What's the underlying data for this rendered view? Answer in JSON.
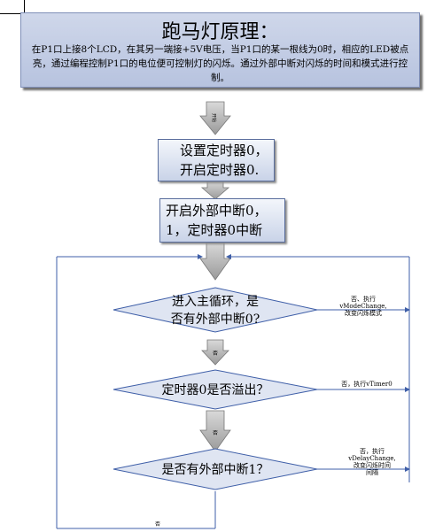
{
  "banner": {
    "title": "跑马灯原理：",
    "body": "在P1口上接8个LCD，在其另一端接+5V电压，当P1口的某一根线为0时，相应的LED被点亮，通过编程控制P1口的电位便可控制灯的闪烁。通过外部中断对闪烁的时间和模式进行控制。"
  },
  "flow": {
    "start_arrow_label": "开始",
    "box1": {
      "line1": "设置定时器0，",
      "line2": "开启定时器0."
    },
    "box2": {
      "line1": "开启外部中断0，",
      "line2": "1，定时器0中断"
    },
    "decision1": {
      "line1": "进入主循环，是",
      "line2": "否有外部中断0?"
    },
    "decision2": {
      "text": "定时器0是否溢出？"
    },
    "decision3": {
      "text": "是否有外部中断1？"
    },
    "arrow_labels": {
      "d1_no": "否",
      "d2_no": "否",
      "bottom_no": "否"
    },
    "notes": {
      "d1_yes": [
        "否、执行",
        "vModeChange,",
        "改变闪烁模式"
      ],
      "d2_yes": [
        "否，执行vTimer0"
      ],
      "d3_yes": [
        "否，执行",
        "vDelayChange,",
        "改变闪烁时间",
        "间隔"
      ]
    }
  },
  "colors": {
    "box_fill": "#c9d3e8",
    "line": "#3f5fa8",
    "arrow": "#a8a8a8"
  }
}
